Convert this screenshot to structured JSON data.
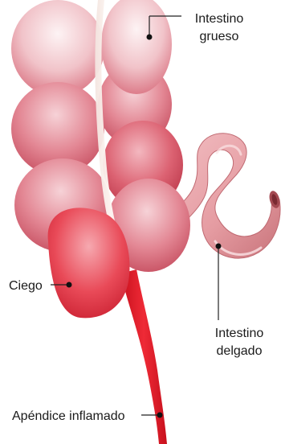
{
  "labels": {
    "large_intestine": {
      "line1": "Intestino",
      "line2": "grueso"
    },
    "cecum": "Ciego",
    "small_intestine": {
      "line1": "Intestino",
      "line2": "delgado"
    },
    "appendix": "Apéndice inflamado"
  },
  "colors": {
    "colon_light": "#f9e0e3",
    "colon_mid": "#e98a96",
    "colon_dark": "#c94b5c",
    "cecum_red": "#e0303f",
    "appendix_red": "#e11d2a",
    "small_intestine": "#e8a2a7",
    "small_intestine_dark": "#c66c72",
    "pointer_line": "#222222"
  }
}
